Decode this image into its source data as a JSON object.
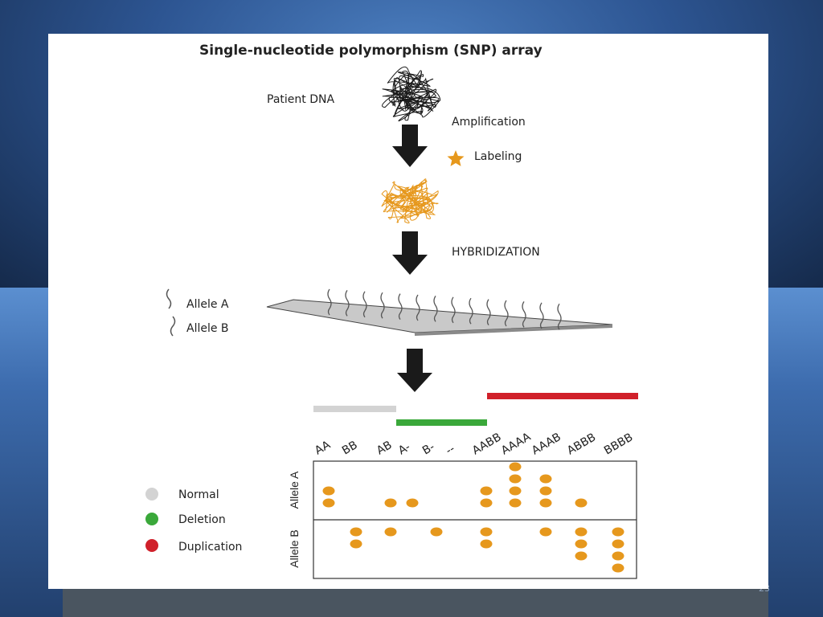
{
  "slide": {
    "number": "23"
  },
  "figure": {
    "title": "Single-nucleotide polymorphism (SNP) array",
    "steps": {
      "patient_dna": "Patient DNA",
      "amplification": "Amplification",
      "labeling": "Labeling",
      "hybridization": "HYBRIDIZATION"
    },
    "alleles": {
      "a": "Allele A",
      "b": "Allele B"
    },
    "legend": [
      {
        "label": "Normal",
        "color": "#d3d3d3"
      },
      {
        "label": "Deletion",
        "color": "#3aa83a"
      },
      {
        "label": "Duplication",
        "color": "#d0202a"
      }
    ],
    "colors": {
      "dot": "#e6981d",
      "labeled_dna": "#e6981d",
      "star": "#e6981d",
      "arrow": "#1a1a1a"
    },
    "genotypes": [
      "AA",
      "BB",
      "AB",
      "A-",
      "B-",
      "--",
      "AABB",
      "AAAA",
      "AAAB",
      "ABBB",
      "BBBB"
    ],
    "row_labels": [
      "Allele A",
      "Allele B"
    ],
    "copy_counts": {
      "allele_a": [
        2,
        0,
        1,
        1,
        0,
        0,
        2,
        4,
        3,
        1,
        0
      ],
      "allele_b": [
        0,
        2,
        1,
        0,
        1,
        0,
        2,
        0,
        1,
        3,
        4
      ]
    },
    "category_bars": [
      {
        "category": "Normal",
        "from": "AA",
        "to": "AB"
      },
      {
        "category": "Deletion",
        "from": "A-",
        "to": "--"
      },
      {
        "category": "Duplication",
        "from": "AABB",
        "to": "BBBB"
      }
    ]
  }
}
